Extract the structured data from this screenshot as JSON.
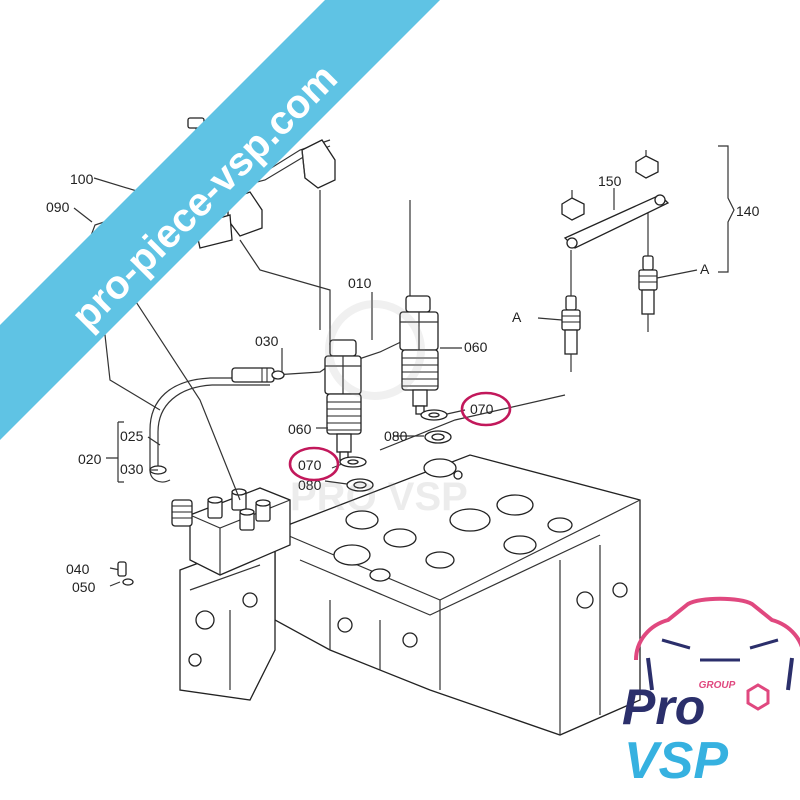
{
  "labels": {
    "l010": "010",
    "l020": "020",
    "l025": "025",
    "l030a": "030",
    "l030b": "030",
    "l040": "040",
    "l050": "050",
    "l060a": "060",
    "l060b": "060",
    "l070a": "070",
    "l070b": "070",
    "l080a": "080",
    "l080b": "080",
    "l090": "090",
    "l100": "100",
    "l140": "140",
    "l150": "150",
    "lAa": "A",
    "lAb": "A"
  },
  "watermark": {
    "banner_text": "pro-piece-vsp.com",
    "center_text": "PRO VSP"
  },
  "logo": {
    "group": "GROUP",
    "pro": "Pro",
    "vsp": "VSP"
  },
  "colors": {
    "banner": "#5fc3e4",
    "highlight": "#c2185b",
    "logo_navy": "#2b2f6b",
    "logo_blue": "#36b1e0",
    "logo_pink": "#e0487f"
  }
}
